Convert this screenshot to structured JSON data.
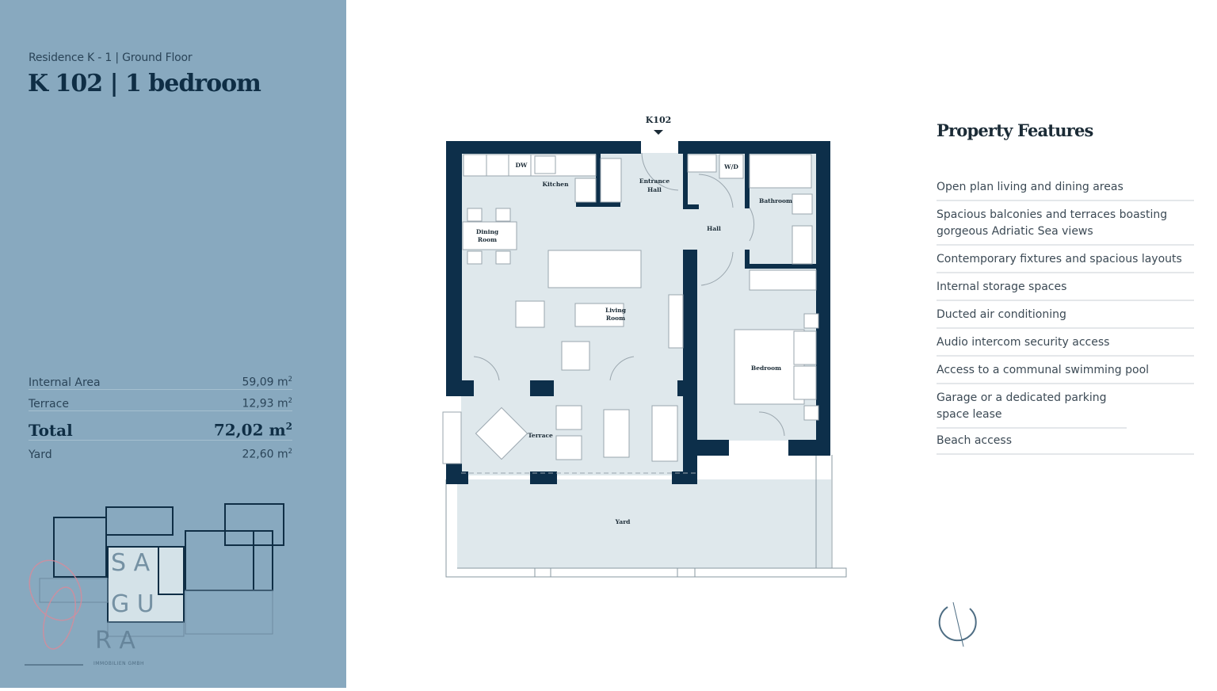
{
  "sidebar": {
    "subtitle": "Residence K - 1 | Ground Floor",
    "title": "K 102 | 1 bedroom",
    "areas": [
      {
        "label": "Internal Area",
        "value": "59,09 m",
        "unit_sup": "2"
      },
      {
        "label": "Terrace",
        "value": "12,93 m",
        "unit_sup": "2"
      },
      {
        "label": "Total",
        "value": "72,02 m",
        "unit_sup": "2"
      },
      {
        "label": "Yard",
        "value": "22,60 m",
        "unit_sup": "2"
      }
    ],
    "logo": {
      "wordmark": "SAGURA",
      "tagline": "IMMOBILIEN GMBH"
    }
  },
  "plan": {
    "unit_label": "K102",
    "rooms": {
      "kitchen": "Kitchen",
      "dw": "DW",
      "entrance1": "Entrance",
      "entrance2": "Hall",
      "wd": "W/D",
      "bathroom": "Bathroom",
      "hall": "Hall",
      "dining1": "Dining",
      "dining2": "Room",
      "living1": "Living",
      "living2": "Room",
      "bedroom": "Bedroom",
      "terrace": "Terrace",
      "yard": "Yard"
    }
  },
  "features": {
    "title": "Property Features",
    "items": [
      "Open plan living and dining areas",
      "Spacious balconies and terraces boasting gorgeous Adriatic Sea views",
      "Contemporary fixtures and spacious layouts",
      "Internal storage spaces",
      "Ducted air conditioning",
      "Audio intercom security access",
      "Access to a communal swimming pool",
      "Garage or a dedicated parking space lease",
      "Beach access"
    ]
  },
  "colors": {
    "panel": "#88a9bf",
    "wall": "#0d2f4a",
    "floor": "#dfe8ec",
    "text": "#0f2e45"
  }
}
